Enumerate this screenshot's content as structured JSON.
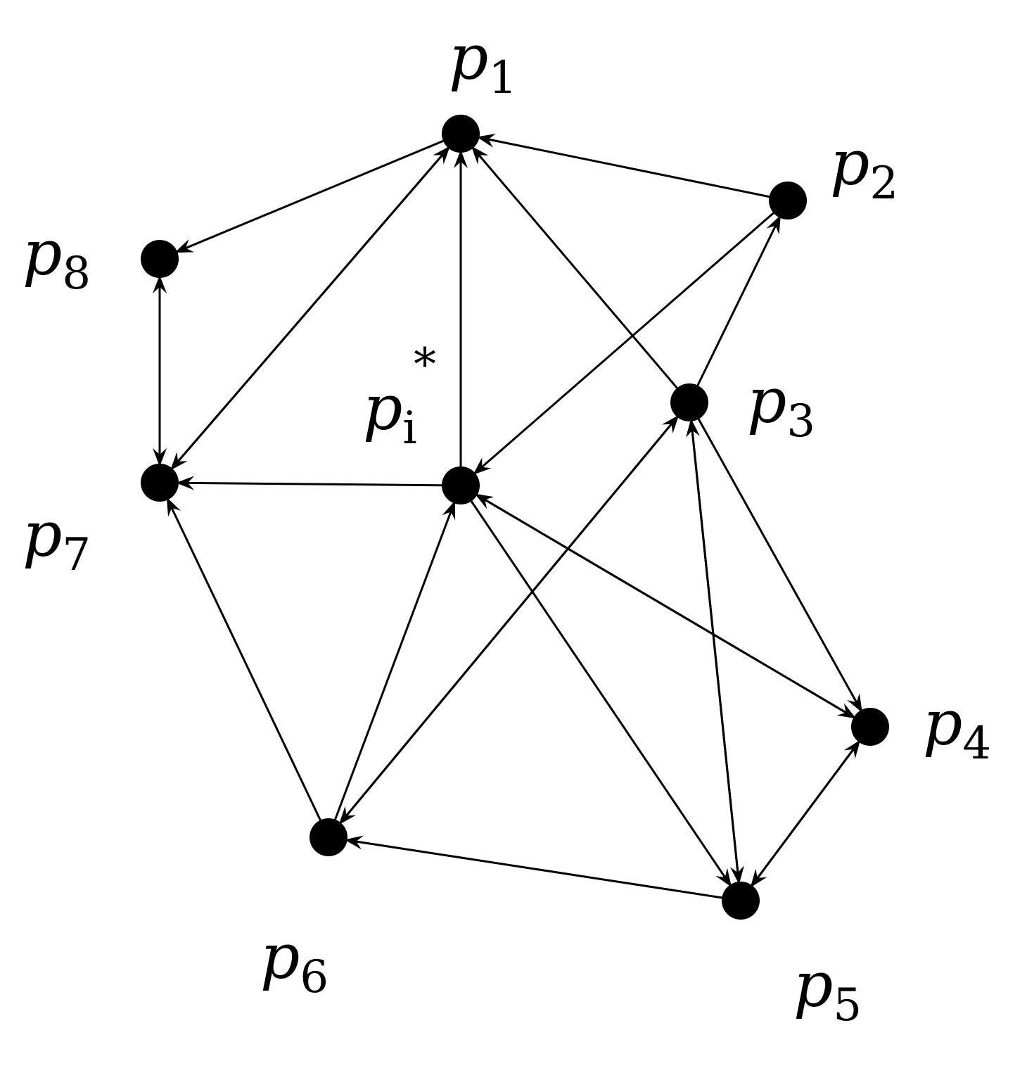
{
  "nodes": [
    {
      "id": "p1",
      "base": "p",
      "sub": "1"
    },
    {
      "id": "p2",
      "base": "p",
      "sub": "2"
    },
    {
      "id": "p3",
      "base": "p",
      "sub": "3"
    },
    {
      "id": "p4",
      "base": "p",
      "sub": "4"
    },
    {
      "id": "p5",
      "base": "p",
      "sub": "5"
    },
    {
      "id": "p6",
      "base": "p",
      "sub": "6"
    },
    {
      "id": "p7",
      "base": "p",
      "sub": "7"
    },
    {
      "id": "p8",
      "base": "p",
      "sub": "8"
    },
    {
      "id": "pi",
      "base": "p",
      "sub": "i",
      "sup": "*"
    }
  ],
  "edges": [
    {
      "from": "p2",
      "to": "p1"
    },
    {
      "from": "p1",
      "to": "p8"
    },
    {
      "from": "p1",
      "to": "p7"
    },
    {
      "from": "p7",
      "to": "p1"
    },
    {
      "from": "pi",
      "to": "p1"
    },
    {
      "from": "p3",
      "to": "p1"
    },
    {
      "from": "p3",
      "to": "p2"
    },
    {
      "from": "p2",
      "to": "pi"
    },
    {
      "from": "p7",
      "to": "p8"
    },
    {
      "from": "p8",
      "to": "p7"
    },
    {
      "from": "pi",
      "to": "p7"
    },
    {
      "from": "p6",
      "to": "p7"
    },
    {
      "from": "p6",
      "to": "pi"
    },
    {
      "from": "p6",
      "to": "p3"
    },
    {
      "from": "p3",
      "to": "p6"
    },
    {
      "from": "pi",
      "to": "p4"
    },
    {
      "from": "p4",
      "to": "pi"
    },
    {
      "from": "pi",
      "to": "p5"
    },
    {
      "from": "p3",
      "to": "p4"
    },
    {
      "from": "p3",
      "to": "p5"
    },
    {
      "from": "p5",
      "to": "p3"
    },
    {
      "from": "p5",
      "to": "p4"
    },
    {
      "from": "p4",
      "to": "p5"
    },
    {
      "from": "p5",
      "to": "p6"
    }
  ]
}
